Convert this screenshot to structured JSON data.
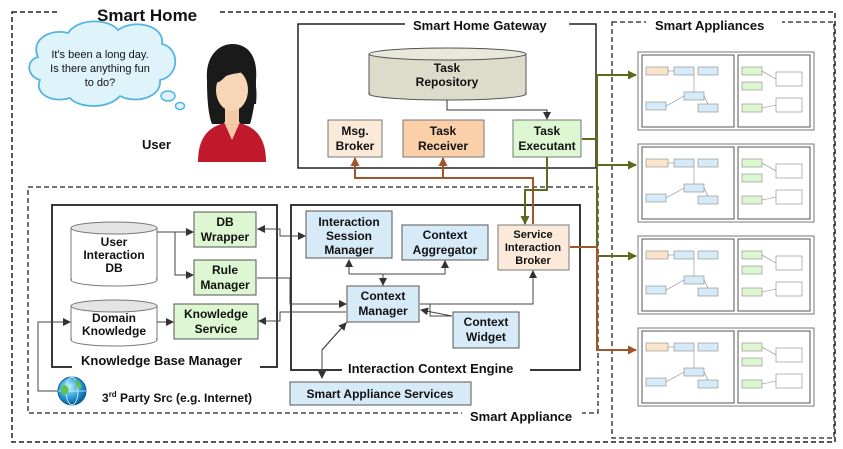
{
  "labels": {
    "smart_home": "Smart Home",
    "gateway": "Smart Home Gateway",
    "appliances": "Smart Appliances",
    "smart_appliance": "Smart Appliance",
    "user": "User",
    "speech_line1": "It's been a long day.",
    "speech_line2": "Is there anything fun",
    "speech_line3": "to do?",
    "task_repo_l1": "Task",
    "task_repo_l2": "Repository",
    "msg_broker_l1": "Msg.",
    "msg_broker_l2": "Broker",
    "task_receiver_l1": "Task",
    "task_receiver_l2": "Receiver",
    "task_exec_l1": "Task",
    "task_exec_l2": "Executant",
    "user_db_l1": "User",
    "user_db_l2": "Interaction",
    "user_db_l3": "DB",
    "db_wrapper_l1": "DB",
    "db_wrapper_l2": "Wrapper",
    "rule_mgr_l1": "Rule",
    "rule_mgr_l2": "Manager",
    "domain_l1": "Domain",
    "domain_l2": "Knowledge",
    "knowledge_l1": "Knowledge",
    "knowledge_l2": "Service",
    "kbm": "Knowledge Base Manager",
    "ism_l1": "Interaction",
    "ism_l2": "Session",
    "ism_l3": "Manager",
    "ctx_agg_l1": "Context",
    "ctx_agg_l2": "Aggregator",
    "ctx_mgr_l1": "Context",
    "ctx_mgr_l2": "Manager",
    "ctx_widget_l1": "Context",
    "ctx_widget_l2": "Widget",
    "sib_l1": "Service",
    "sib_l2": "Interaction",
    "sib_l3": "Broker",
    "ice": "Interaction Context Engine",
    "sas": "Smart Appliance Services",
    "third_party_pre": "3",
    "third_party_sup": "rd",
    "third_party_post": " Party Src (e.g. Internet)"
  },
  "colors": {
    "green": "#ddf7d2",
    "peach": "#fbe9da",
    "orange": "#fbcfa8",
    "blue": "#d6eaf8",
    "gray_db": "#dcdccb",
    "arrow_green": "#5d6b1e",
    "arrow_brown": "#a0562a"
  }
}
